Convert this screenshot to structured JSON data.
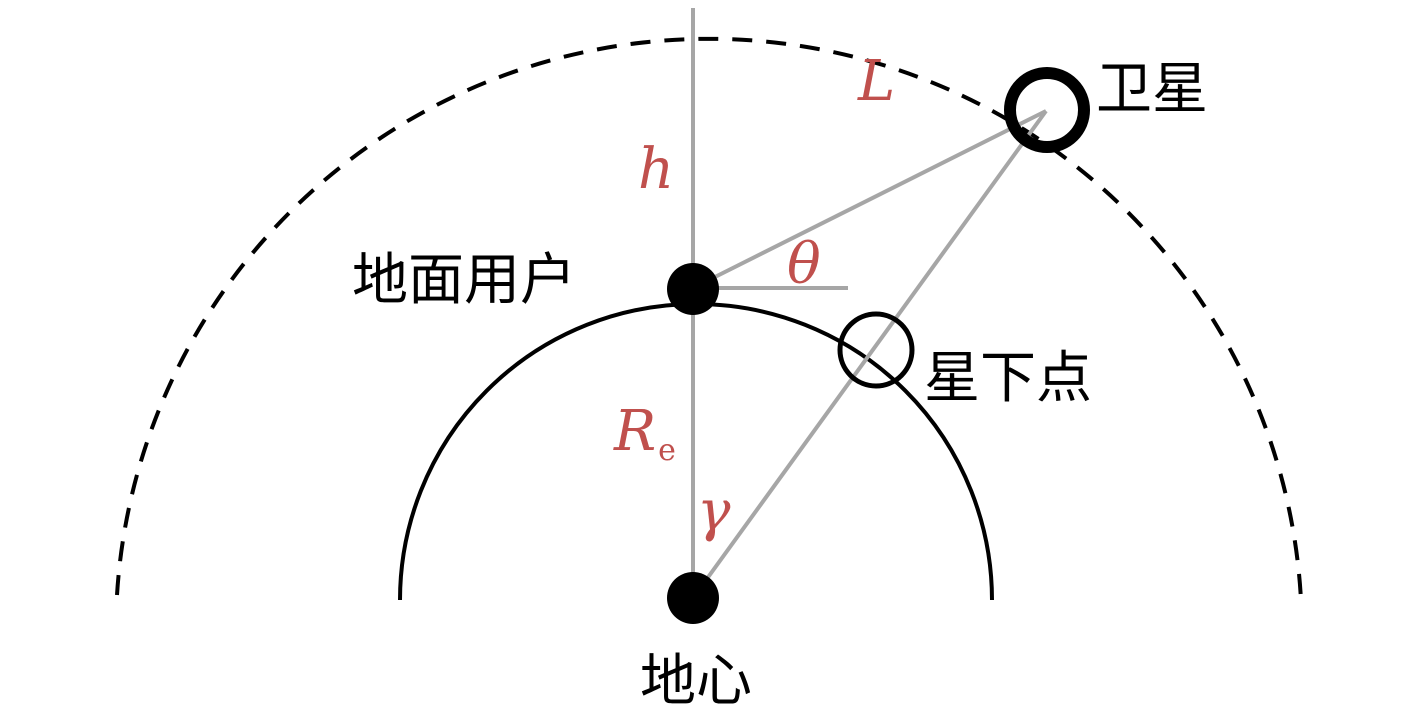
{
  "labels": {
    "satellite": "卫星",
    "ground_user": "地面用户",
    "sub_satellite_point": "星下点",
    "earth_center": "地心"
  },
  "symbols": {
    "slant_range": "L",
    "altitude": "h",
    "elevation_angle": "θ",
    "earth_radius": "R",
    "earth_radius_subscript": "e",
    "central_angle": "γ"
  },
  "colors": {
    "symbol": "#c0504d",
    "geometry_line": "#a6a6a6",
    "outline": "#000000",
    "background": "#ffffff"
  }
}
